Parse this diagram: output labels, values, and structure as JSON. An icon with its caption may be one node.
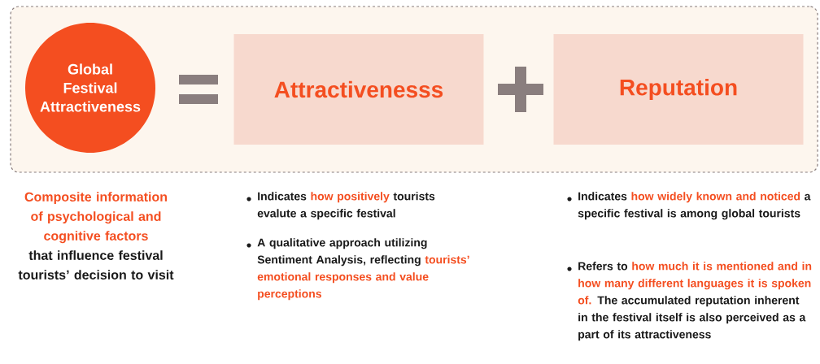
{
  "diagram": {
    "nodes": [
      {
        "text": [],
        "shape": "box"
      },
      {
        "text": [
          "Global Festival Attractiveness"
        ],
        "in": 0
      },
      {
        "text": [
          "Attractivenesss"
        ],
        "in": 0
      },
      {
        "text": [
          "Reputation"
        ],
        "in": 0
      }
    ],
    "labels": [
      "Composite information of psychological and cognitive factors",
      "that influence festival tourists’ decision to visit",
      "Indicates",
      "how positively",
      "tourists evalute a specific festival",
      "A qualitative approach utilizing Sentiment Analysis, reflecting",
      "tourists’ emotional responses and value perceptions",
      "Indicates",
      "how widely known and noticed",
      "a specific festival is among global tourists",
      "Refers to",
      "how much it is mentioned and in how many different languages it is spoken of.",
      "The accumulated reputation inherent in the festival itself is also perceived as a part of its attractiveness"
    ]
  }
}
